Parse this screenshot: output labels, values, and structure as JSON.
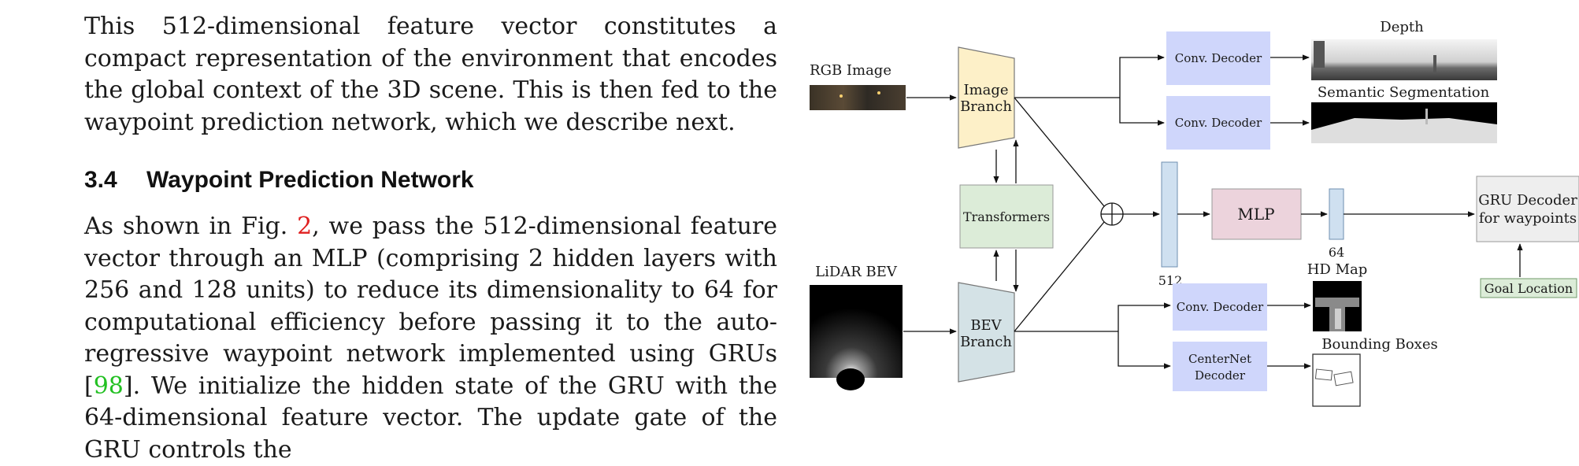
{
  "text": {
    "para1": "This 512-dimensional feature vector constitutes a compact representation of the environment that encodes the global context of the 3D scene. This is then fed to the waypoint prediction network, which we describe next.",
    "section_number": "3.4",
    "section_title": "Waypoint Prediction Network",
    "para2_a": "As shown in Fig. ",
    "para2_ref_fig": "2",
    "para2_b": ", we pass the 512-dimensional feature vector through an MLP (comprising 2 hidden layers with 256 and 128 units) to reduce its dimensionality to 64 for computational efficiency before passing it to the auto-regressive waypoint network implemented using GRUs [",
    "para2_ref_cite": "98",
    "para2_c": "]. We initialize the hidden state of the GRU with the 64-dimensional feature vector. The update gate of the GRU controls the"
  },
  "figure": {
    "rgb_label": "RGB Image",
    "lidar_label": "LiDAR BEV",
    "image_branch_l1": "Image",
    "image_branch_l2": "Branch",
    "bev_branch_l1": "BEV",
    "bev_branch_l2": "Branch",
    "transformers": "Transformers",
    "conv_decoder": "Conv. Decoder",
    "centernet_l1": "CenterNet",
    "centernet_l2": "Decoder",
    "depth": "Depth",
    "semantic": "Semantic Segmentation",
    "hd_map": "HD Map",
    "bboxes": "Bounding Boxes",
    "mlp": "MLP",
    "dim_512": "512",
    "dim_64": "64",
    "gru_l1": "GRU Decoder",
    "gru_l2": "for waypoints",
    "goal": "Goal Location"
  },
  "colors": {
    "image_branch": "#fdf0c8",
    "bev_branch": "#d4e2e6",
    "transformers": "#dcecd8",
    "decoder": "#cfd6fb",
    "mlp": "#ecd3dc",
    "vector": "#cfe0f0",
    "gru": "#eeeeee",
    "goal": "#dcecd8",
    "red_ref": "#e02020",
    "green_ref": "#22c022"
  }
}
